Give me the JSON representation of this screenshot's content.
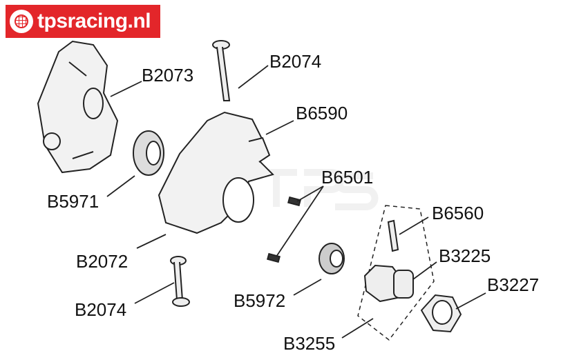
{
  "logo": {
    "text": "tpsracing.nl",
    "color": "#e3262a"
  },
  "parts": [
    {
      "id": "B2073"
    },
    {
      "id": "B2074"
    },
    {
      "id": "B6590"
    },
    {
      "id": "B6501"
    },
    {
      "id": "B5971"
    },
    {
      "id": "B6560"
    },
    {
      "id": "B2072"
    },
    {
      "id": "B3225"
    },
    {
      "id": "B3227"
    },
    {
      "id": "B5972"
    },
    {
      "id": "B2074"
    },
    {
      "id": "B3255"
    }
  ]
}
